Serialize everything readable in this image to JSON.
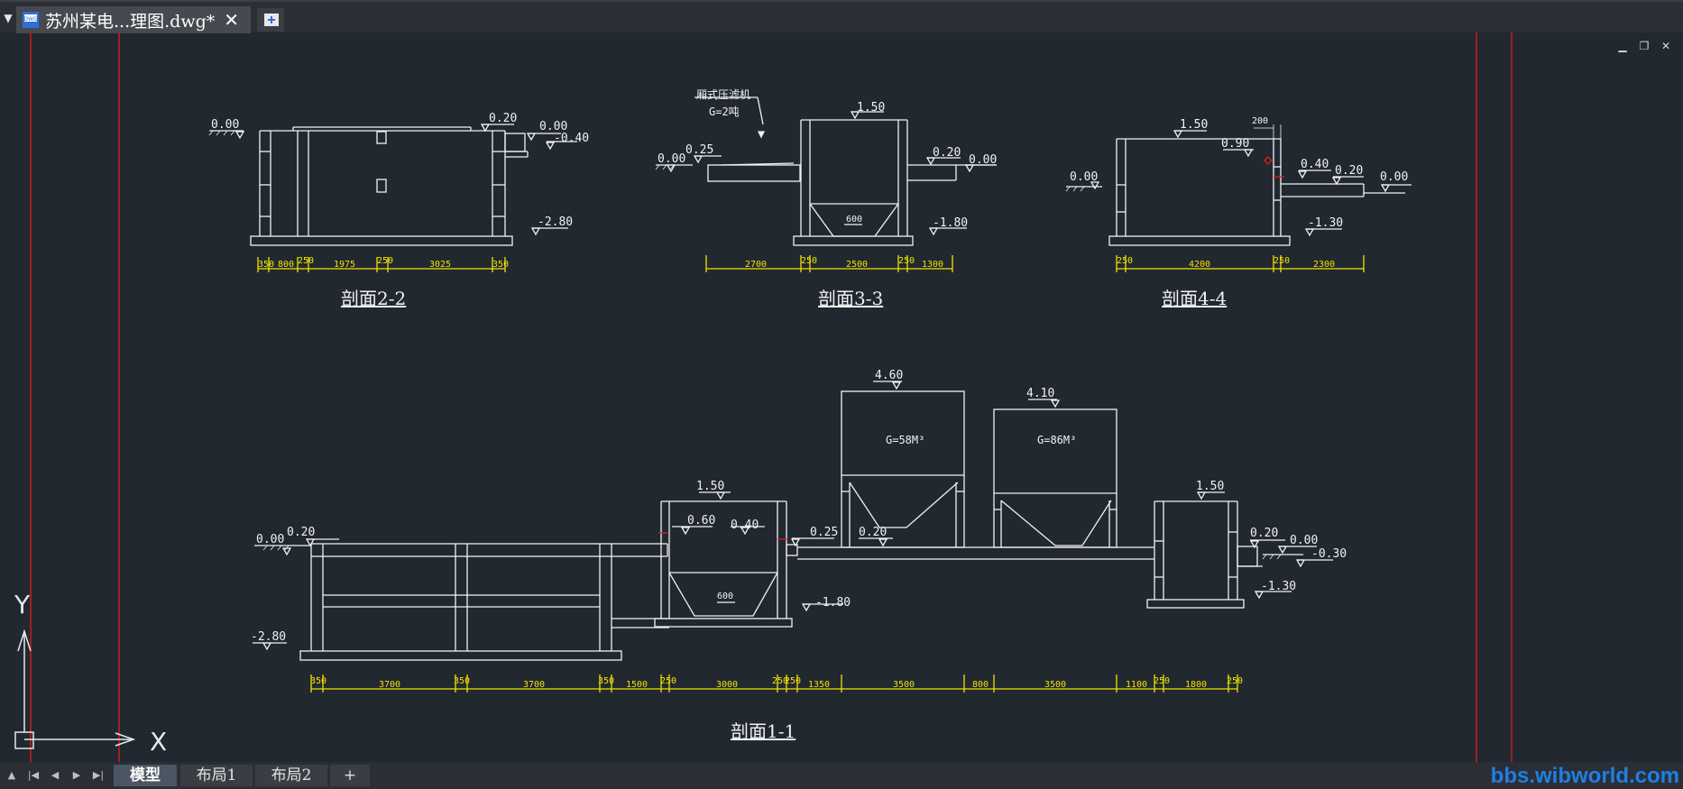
{
  "document_tab": {
    "title": "苏州某电...理图.dwg*",
    "close": "✕"
  },
  "layout_tabs": [
    "模型",
    "布局1",
    "布局2",
    "+"
  ],
  "watermark": "bbs.wibworld.com",
  "ucs": {
    "y": "Y",
    "x": "X"
  },
  "sections": {
    "s22": {
      "title": "剖面2-2",
      "levels": [
        "0.00",
        "0.20",
        "0.00",
        "-0.40",
        "-2.80"
      ],
      "dims": [
        "350",
        "800",
        "250",
        "1975",
        "250",
        "3025",
        "350"
      ]
    },
    "s33": {
      "title": "剖面3-3",
      "note1": "厢式压滤机",
      "note2": "G=2吨",
      "levels": [
        "1.50",
        "0.00",
        "0.25",
        "0.20",
        "0.00",
        "-1.80"
      ],
      "inner": "600",
      "dims": [
        "2700",
        "250",
        "2500",
        "250",
        "1300"
      ]
    },
    "s44": {
      "title": "剖面4-4",
      "levels": [
        "1.50",
        "0.90",
        "0.00",
        "0.40",
        "0.20",
        "0.00",
        "-1.30"
      ],
      "top_dim": "200",
      "dims": [
        "250",
        "4200",
        "250",
        "2300"
      ]
    },
    "s11": {
      "title": "剖面1-1",
      "tank1": "G=58M³",
      "tank2": "G=86M³",
      "inner": "600",
      "levels": [
        "4.60",
        "4.10",
        "1.50",
        "0.60",
        "0.40",
        "0.25",
        "0.20",
        "0.00",
        "0.20",
        "-2.80",
        "-1.80",
        "1.50",
        "0.20",
        "0.00",
        "-0.30",
        "-1.30"
      ],
      "dims": [
        "350",
        "3700",
        "350",
        "3700",
        "350",
        "1500",
        "250",
        "3000",
        "250",
        "250",
        "1350",
        "3500",
        "800",
        "3500",
        "1100",
        "250",
        "1800",
        "250"
      ]
    }
  }
}
